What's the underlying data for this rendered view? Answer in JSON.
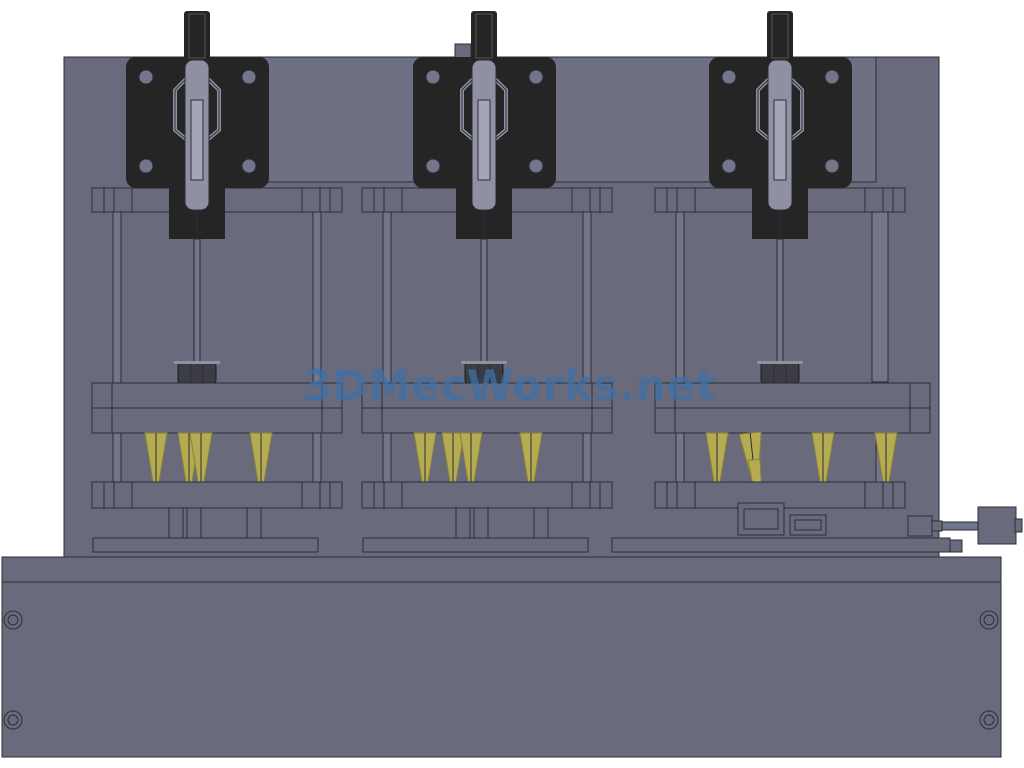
{
  "watermark": {
    "text": "3DMecWorks.net"
  },
  "colors": {
    "body": "#696b7d",
    "body_light": "#73758a",
    "line": "#2b2d38",
    "clamp": "#252525",
    "blade": "#b5ac52",
    "blade_dark": "#8a8036",
    "watermark": "#3f6fa6",
    "background": "#ffffff"
  },
  "stations": [
    {
      "name": "station-1",
      "clamp": "toggle-clamp",
      "blades": 4
    },
    {
      "name": "station-2",
      "clamp": "toggle-clamp",
      "blades": 4
    },
    {
      "name": "station-3",
      "clamp": "toggle-clamp",
      "blades": 4,
      "side_cylinder": true
    }
  ]
}
